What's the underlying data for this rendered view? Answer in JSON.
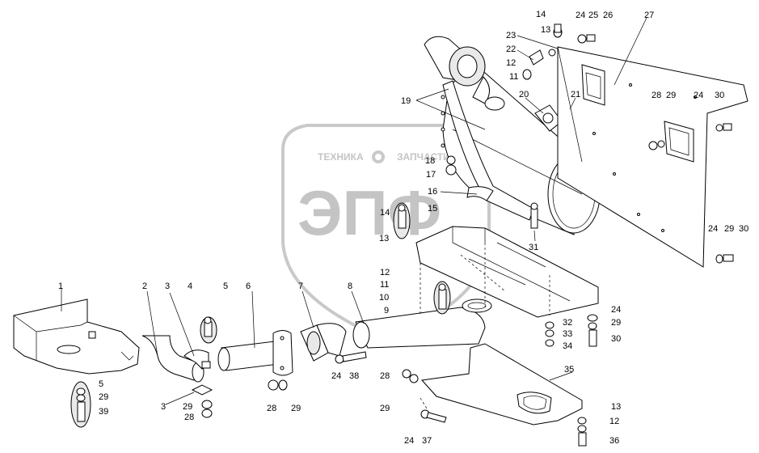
{
  "watermark": {
    "line1": "ТЕХНИКА",
    "line2": "ЗАПЧАСТИ",
    "logo": "ЭПФ"
  },
  "callouts": [
    "1",
    "2",
    "3",
    "3",
    "4",
    "5",
    "5",
    "6",
    "7",
    "8",
    "9",
    "10",
    "11",
    "11",
    "12",
    "12",
    "12",
    "13",
    "13",
    "13",
    "14",
    "14",
    "15",
    "16",
    "17",
    "18",
    "19",
    "20",
    "21",
    "22",
    "23",
    "24",
    "24",
    "24",
    "24",
    "24",
    "24",
    "25",
    "26",
    "27",
    "28",
    "28",
    "28",
    "28",
    "29",
    "29",
    "29",
    "29",
    "29",
    "29",
    "29",
    "30",
    "30",
    "30",
    "31",
    "32",
    "33",
    "34",
    "35",
    "36",
    "37",
    "38",
    "39"
  ]
}
